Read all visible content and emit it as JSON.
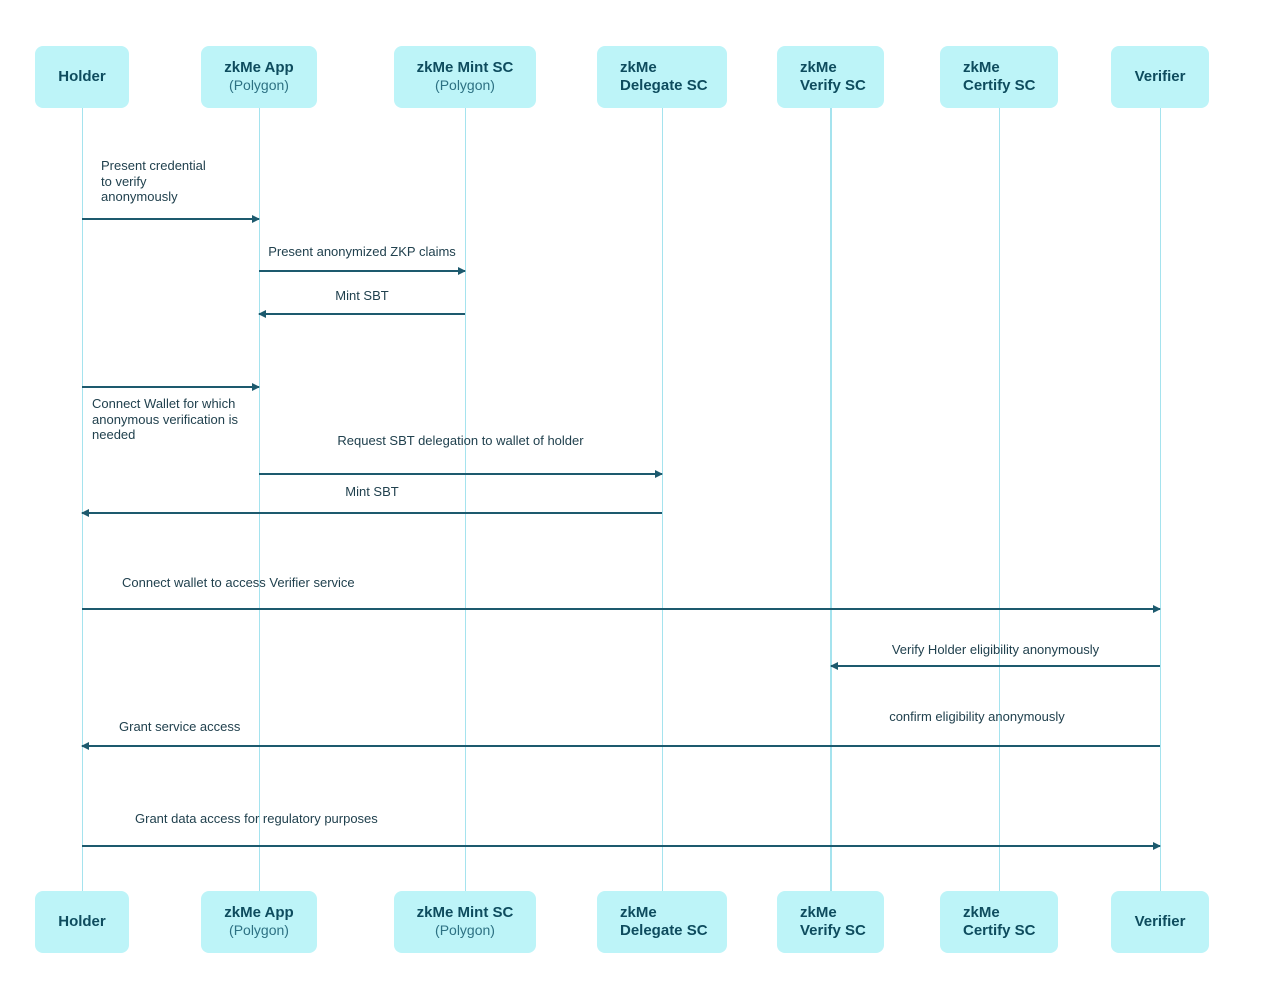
{
  "colors": {
    "background": "#ffffff",
    "actor_fill": "#bdf4f8",
    "actor_name_text": "#0e4c5e",
    "actor_sub_text": "#2d7183",
    "lifeline": "#a5e3ee",
    "arrow": "#1d5a6e",
    "message_text": "#21414e"
  },
  "actors": [
    {
      "name": "Holder"
    },
    {
      "name": "zkMe App",
      "sub": "(Polygon)"
    },
    {
      "name": "zkMe Mint SC",
      "sub": "(Polygon)"
    },
    {
      "name": "zkMe\nDelegate SC"
    },
    {
      "name": "zkMe\nVerify SC"
    },
    {
      "name": "zkMe\nCertify SC"
    },
    {
      "name": "Verifier"
    }
  ],
  "messages": {
    "present_credential": "Present credential\nto verify\nanonymously",
    "present_zkp_claims": "Present anonymized ZKP claims",
    "mint_sbt_1": "Mint SBT",
    "connect_wallet": "Connect Wallet for which\nanonymous verification is\nneeded",
    "request_sbt_delegation": "Request SBT delegation to wallet of holder",
    "mint_sbt_2": "Mint SBT",
    "connect_wallet_verifier": "Connect wallet to access Verifier service",
    "verify_eligibility": "Verify Holder eligibility anonymously",
    "confirm_eligibility": "confirm eligibility anonymously",
    "grant_service_access": "Grant service access",
    "grant_data_access": "Grant data access for regulatory purposes"
  }
}
